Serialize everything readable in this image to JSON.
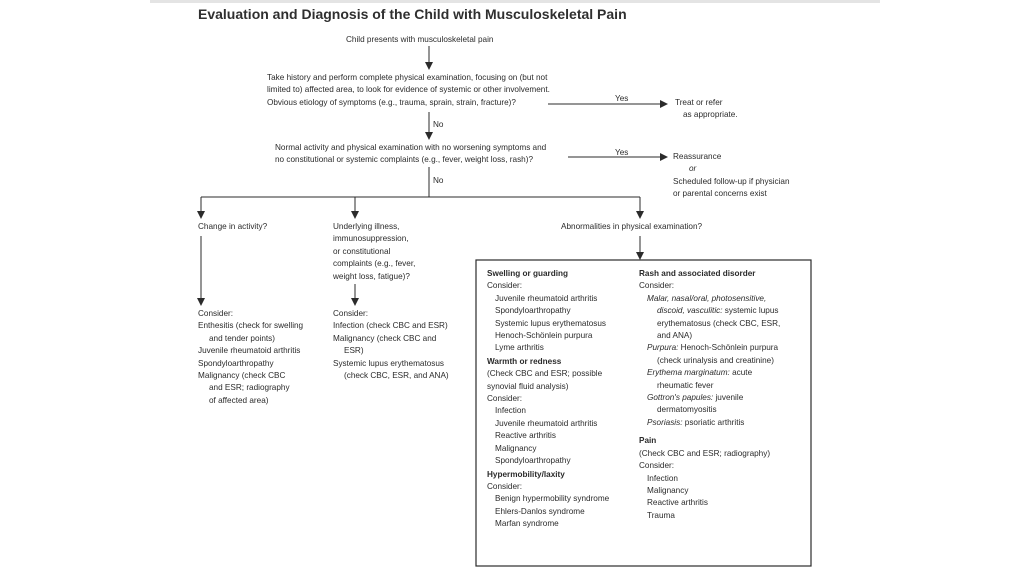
{
  "title": "Evaluation and Diagnosis of the Child with Musculoskeletal Pain",
  "start": "Child presents with musculoskeletal pain",
  "q1": [
    "Take history and perform complete physical examination, focusing on (but not",
    "limited to) affected area, to look for evidence of systemic or other involvement.",
    "Obvious etiology of symptoms (e.g., trauma, sprain, strain, fracture)?"
  ],
  "yes1": "Yes",
  "out1": [
    "Treat or refer",
    "as appropriate."
  ],
  "no1": "No",
  "q2": [
    "Normal activity and physical examination with no worsening symptoms and",
    "no constitutional or systemic complaints (e.g., fever, weight loss, rash)?"
  ],
  "yes2": "Yes",
  "out2": {
    "a": "Reassurance",
    "or": "or",
    "b": [
      "Scheduled follow-up if physician",
      "or parental concerns exist"
    ]
  },
  "no2": "No",
  "branches": {
    "activity": {
      "q": "Change in activity?",
      "consider": "Consider:",
      "items": [
        {
          "text": "Enthesitis (check for swelling",
          "indent": false
        },
        {
          "text": "and tender points)",
          "indent": true
        },
        {
          "text": "Juvenile rheumatoid arthritis",
          "indent": false
        },
        {
          "text": "Spondyloarthropathy",
          "indent": false
        },
        {
          "text": "Malignancy (check CBC",
          "indent": false
        },
        {
          "text": "and ESR; radiography",
          "indent": true
        },
        {
          "text": "of affected area)",
          "indent": true
        }
      ]
    },
    "illness": {
      "q": [
        "Underlying illness,",
        "immunosuppression,",
        "or constitutional",
        "complaints (e.g., fever,",
        "weight loss, fatigue)?"
      ],
      "consider": "Consider:",
      "items": [
        {
          "text": "Infection (check CBC and ESR)",
          "indent": false
        },
        {
          "text": "Malignancy (check CBC and",
          "indent": false
        },
        {
          "text": "ESR)",
          "indent": true
        },
        {
          "text": "Systemic lupus erythematosus",
          "indent": false
        },
        {
          "text": "(check CBC, ESR, and ANA)",
          "indent": true
        }
      ]
    },
    "exam": {
      "q": "Abnormalities in physical examination?"
    }
  },
  "box": {
    "left": {
      "swelling": {
        "head": "Swelling or guarding",
        "consider": "Consider:",
        "items": [
          "Juvenile rheumatoid arthritis",
          "Spondyloarthropathy",
          "Systemic lupus erythematosus",
          "Henoch-Schönlein purpura",
          "Lyme arthritis"
        ]
      },
      "warmth": {
        "head": "Warmth or redness",
        "note": [
          "(Check CBC and ESR; possible",
          "synovial fluid analysis)"
        ],
        "consider": "Consider:",
        "items": [
          "Infection",
          "Juvenile rheumatoid arthritis",
          "Reactive arthritis",
          "Malignancy",
          "Spondyloarthropathy"
        ]
      },
      "hyper": {
        "head": "Hypermobility/laxity",
        "consider": "Consider:",
        "items": [
          "Benign hypermobility syndrome",
          "Ehlers-Danlos syndrome",
          "Marfan syndrome"
        ]
      }
    },
    "right": {
      "rash": {
        "head": "Rash and associated disorder",
        "consider": "Consider:",
        "malar_it": "Malar, nasal/oral, photosensitive,",
        "discoid_it": "discoid, vasculitic:",
        "discoid_rest": " systemic lupus",
        "sle2": "erythematosus (check CBC, ESR,",
        "sle3": "and ANA)",
        "purpura_it": "Purpura:",
        "purpura_rest": " Henoch-Schönlein purpura",
        "purpura2": "(check urinalysis and creatinine)",
        "erythema_it": "Erythema marginatum:",
        "erythema_rest": " acute",
        "erythema2": "rheumatic fever",
        "gottron_it": "Gottron's papules:",
        "gottron_rest": " juvenile",
        "gottron2": "dermatomyositis",
        "psoriasis_it": "Psoriasis:",
        "psoriasis_rest": " psoriatic arthritis"
      },
      "pain": {
        "head": "Pain",
        "note": "(Check CBC and ESR; radiography)",
        "consider": "Consider:",
        "items": [
          "Infection",
          "Malignancy",
          "Reactive arthritis",
          "Trauma"
        ]
      }
    }
  }
}
